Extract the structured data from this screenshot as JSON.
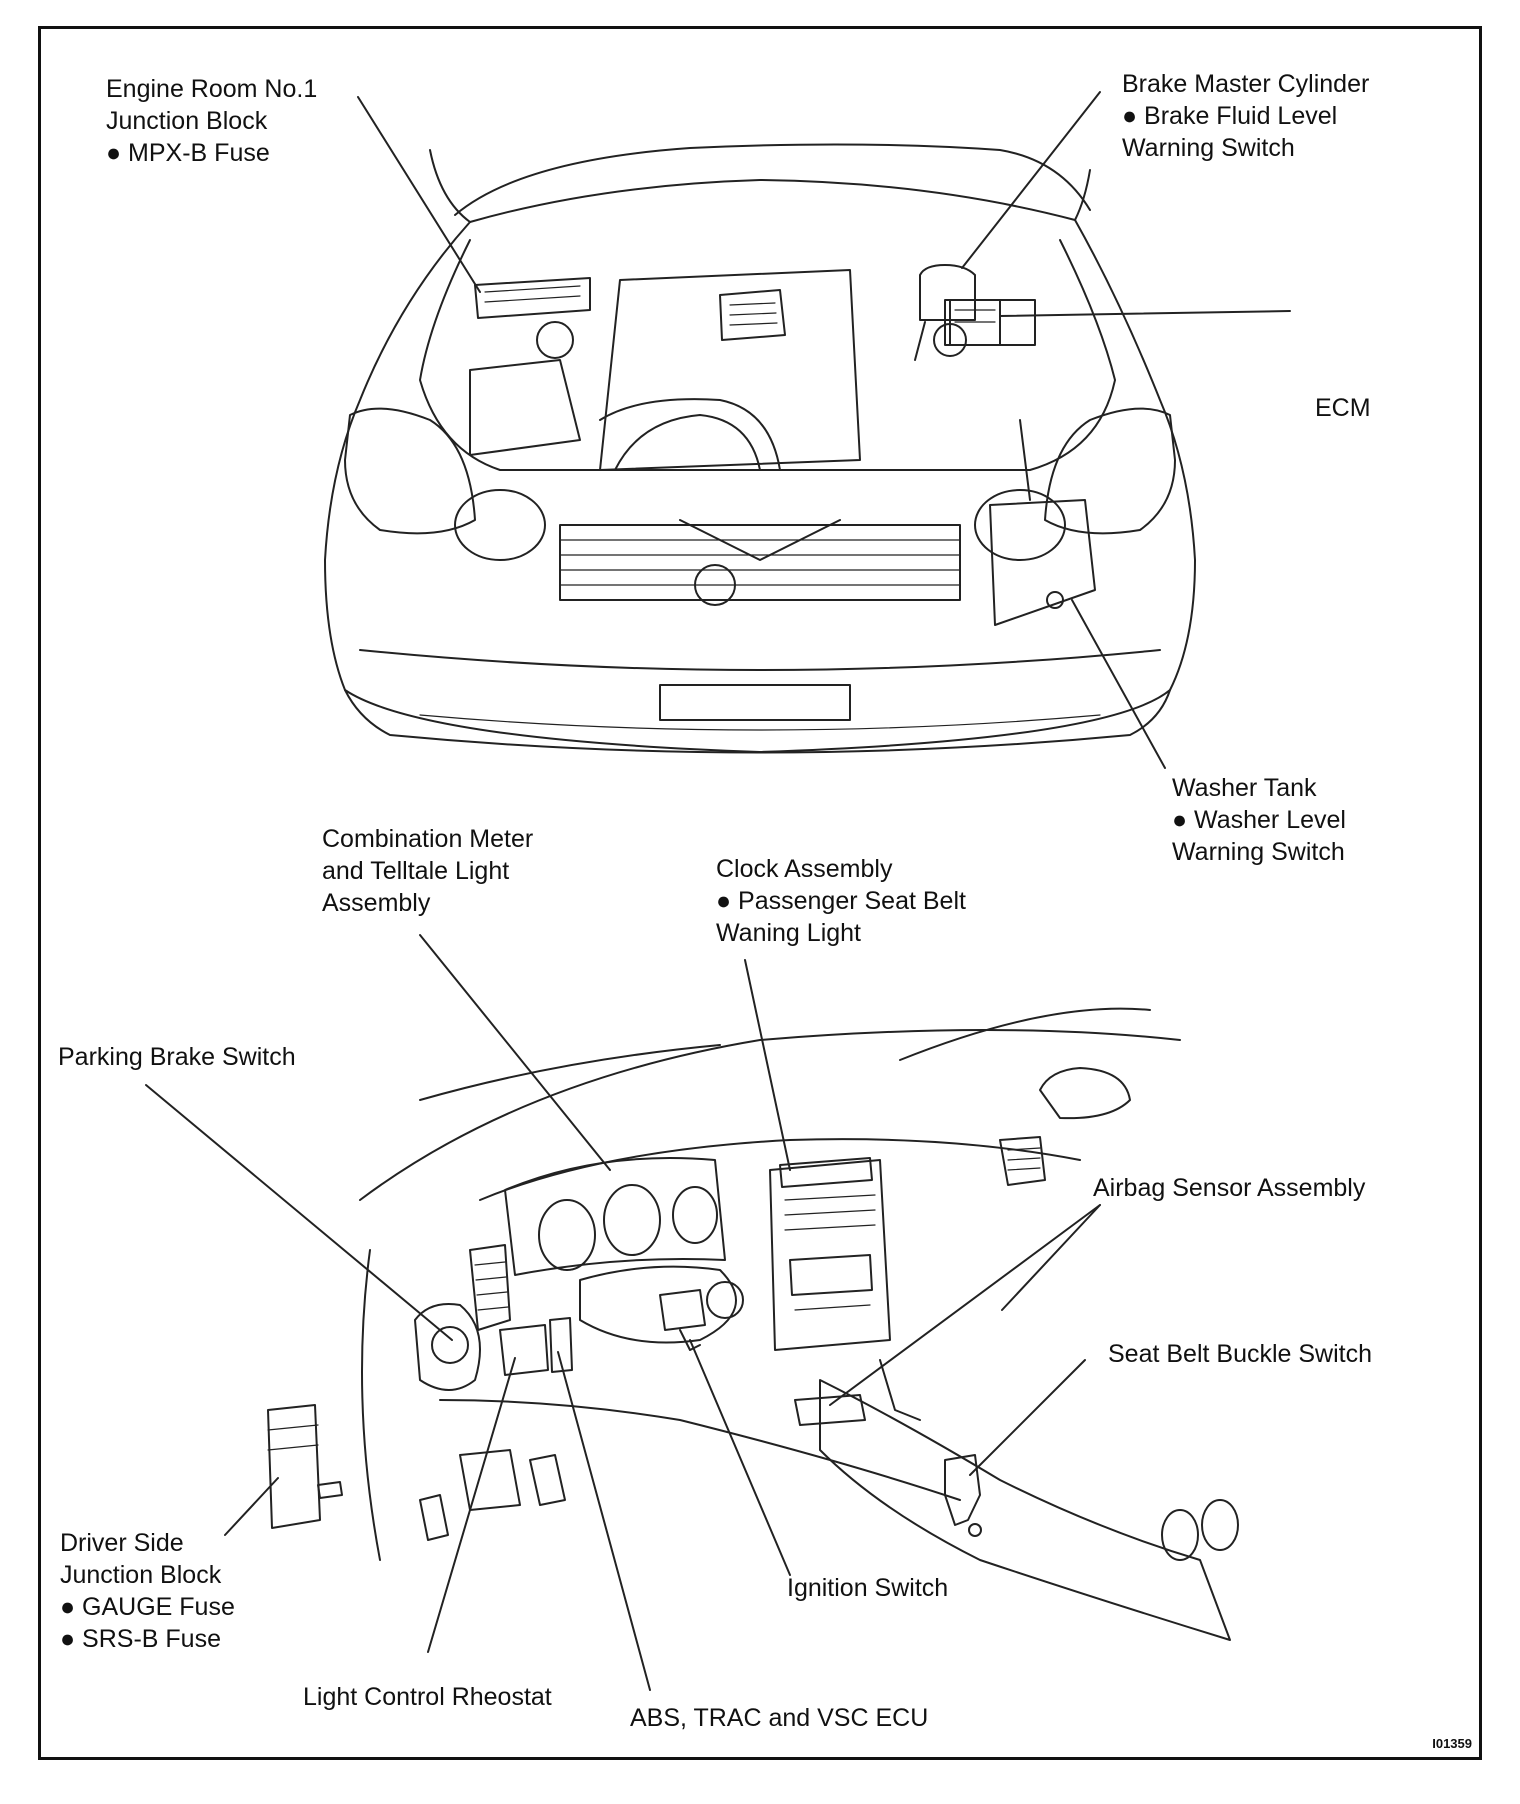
{
  "figure_id": "I01359",
  "labels": {
    "engine_room_jb": [
      "Engine Room No.1",
      "Junction Block"
    ],
    "engine_room_jb_items": [
      "MPX-B Fuse"
    ],
    "brake_master": [
      "Brake Master Cylinder"
    ],
    "brake_master_items": [
      "Brake Fluid Level",
      "Warning Switch"
    ],
    "ecm": "ECM",
    "washer_tank": [
      "Washer Tank"
    ],
    "washer_tank_items": [
      "Washer Level",
      "Warning Switch"
    ],
    "combination_meter": [
      "Combination Meter",
      "and Telltale Light",
      "Assembly"
    ],
    "clock_assembly": [
      "Clock Assembly"
    ],
    "clock_assembly_items": [
      "Passenger Seat Belt",
      "Waning Light"
    ],
    "parking_brake": "Parking Brake Switch",
    "airbag_sensor": "Airbag Sensor Assembly",
    "seat_belt_buckle": "Seat Belt Buckle Switch",
    "driver_side_jb": [
      "Driver Side",
      "Junction Block"
    ],
    "driver_side_jb_items": [
      "GAUGE Fuse",
      "SRS-B Fuse"
    ],
    "ignition_switch": "Ignition Switch",
    "light_control": "Light Control Rheostat",
    "abs_ecu": "ABS, TRAC and VSC ECU"
  }
}
